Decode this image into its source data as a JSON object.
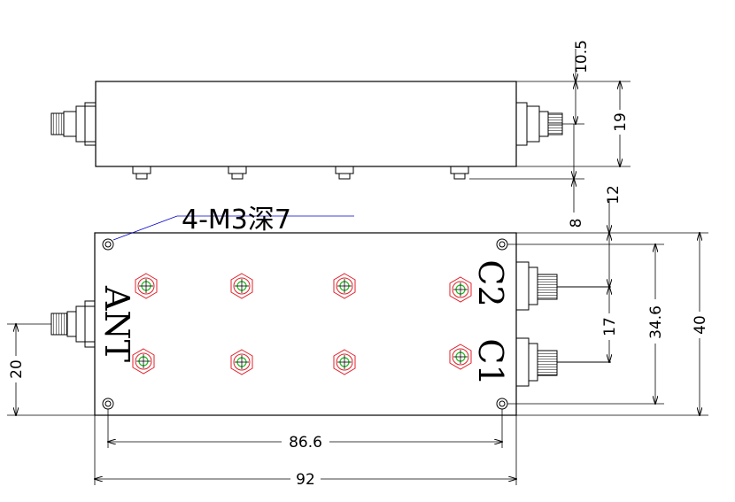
{
  "callout": {
    "hole_spec": "4-M3深7"
  },
  "ports": {
    "ant": "ANT",
    "c1": "C1",
    "c2": "C2"
  },
  "dimensions": {
    "d10_5": "10.5",
    "d19": "19",
    "d8": "8",
    "d12": "12",
    "d17": "17",
    "d34_6": "34.6",
    "d40": "40",
    "d20": "20",
    "d86_6": "86.6",
    "d92": "92"
  },
  "colors": {
    "line": "#000000",
    "tuning_ring": "#e0202a",
    "tuning_core": "#22bb22",
    "dim_line": "#0000cc"
  }
}
